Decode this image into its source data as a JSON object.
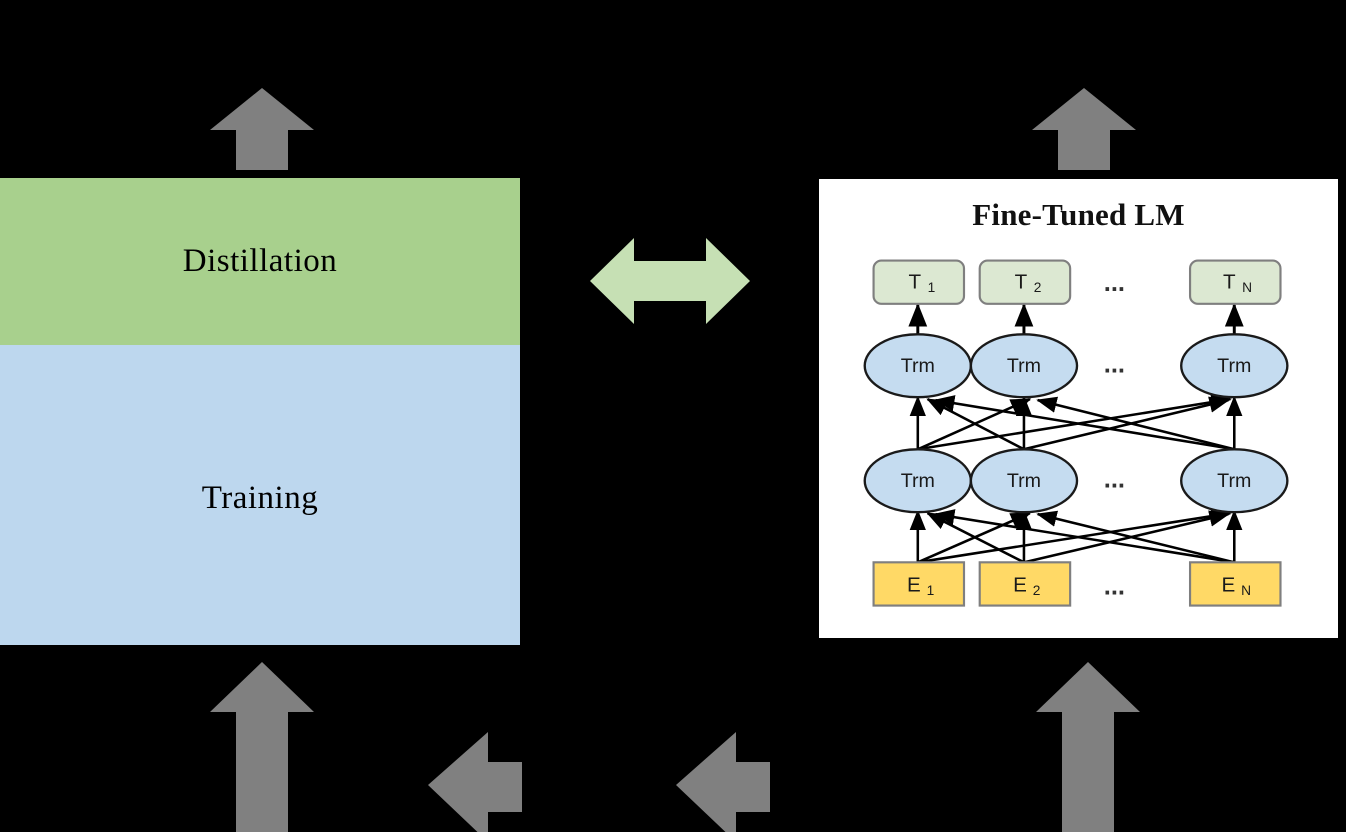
{
  "diagram": {
    "title_hidden": "",
    "colors": {
      "background": "#000000",
      "distillation_fill": "#a8d08d",
      "training_fill": "#bdd7ee",
      "panel_fill": "#ffffff",
      "panel_border": "#000000",
      "gray_arrow": "#808080",
      "green_arrow": "#c6e0b4",
      "token_box_fill": "#dce8d2",
      "token_box_border": "#7f7f7f",
      "trm_fill": "#c5dcf0",
      "trm_border": "#1a1a1a",
      "embed_fill": "#ffd966",
      "embed_border": "#7f7f7f"
    }
  },
  "left_panel": {
    "distillation": {
      "label": "Distillation"
    },
    "training": {
      "label": "Training"
    }
  },
  "lm_panel": {
    "title": "Fine-Tuned LM",
    "ellipsis": "...",
    "output_tokens": [
      {
        "base": "T",
        "sub": "1"
      },
      {
        "base": "T",
        "sub": "2"
      },
      {
        "base": "T",
        "sub": "N"
      }
    ],
    "transformer_layers": [
      {
        "label": "Trm"
      },
      {
        "label": "Trm"
      },
      {
        "label": "Trm"
      }
    ],
    "transformer_layer_count": 2,
    "input_embeddings": [
      {
        "base": "E",
        "sub": "1"
      },
      {
        "base": "E",
        "sub": "2"
      },
      {
        "base": "E",
        "sub": "N"
      }
    ]
  },
  "arrows": {
    "top_left": {
      "name": "up-arrow",
      "color": "#808080",
      "direction": "up"
    },
    "top_right": {
      "name": "up-arrow",
      "color": "#808080",
      "direction": "up"
    },
    "center_bidirectional": {
      "name": "double-arrow",
      "color": "#c6e0b4",
      "direction": "left-right"
    },
    "bottom_left": {
      "name": "up-arrow",
      "color": "#808080",
      "direction": "up"
    },
    "bottom_right": {
      "name": "up-arrow",
      "color": "#808080",
      "direction": "up"
    },
    "bottom_mid_left": {
      "name": "left-arrow",
      "color": "#808080",
      "direction": "left"
    },
    "bottom_mid_right": {
      "name": "left-arrow",
      "color": "#808080",
      "direction": "left"
    }
  }
}
